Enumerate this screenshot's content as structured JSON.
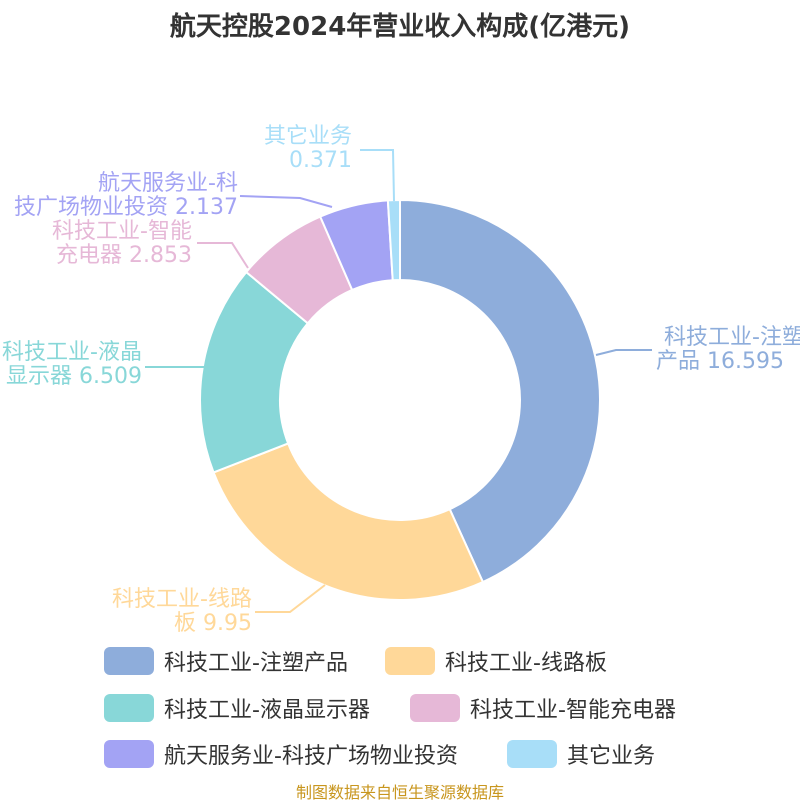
{
  "chart_data": {
    "type": "pie",
    "title": "航天控股2024年营业收入构成(亿港元)",
    "categories": [
      "科技工业-注塑产品",
      "科技工业-线路板",
      "科技工业-液晶显示器",
      "科技工业-智能充电器",
      "航天服务业-科技广场物业投资",
      "其它业务"
    ],
    "values": [
      16.595,
      9.95,
      6.509,
      2.853,
      2.137,
      0.371
    ],
    "colors": [
      "#8eaddb",
      "#ffd899",
      "#88d7d8",
      "#e6b8d7",
      "#a3a3f4",
      "#a8def8"
    ],
    "data_labels": [
      [
        "科技工业-注塑",
        "产品 16.595"
      ],
      [
        "科技工业-线路",
        "板 9.95"
      ],
      [
        "科技工业-液晶",
        "显示器 6.509"
      ],
      [
        "科技工业-智能",
        "充电器 2.853"
      ],
      [
        "航天服务业-科",
        "技广场物业投资 2.137"
      ],
      [
        "其它业务",
        "0.371"
      ]
    ],
    "legend_position": "bottom"
  },
  "footer": "制图数据来自恒生聚源数据库"
}
